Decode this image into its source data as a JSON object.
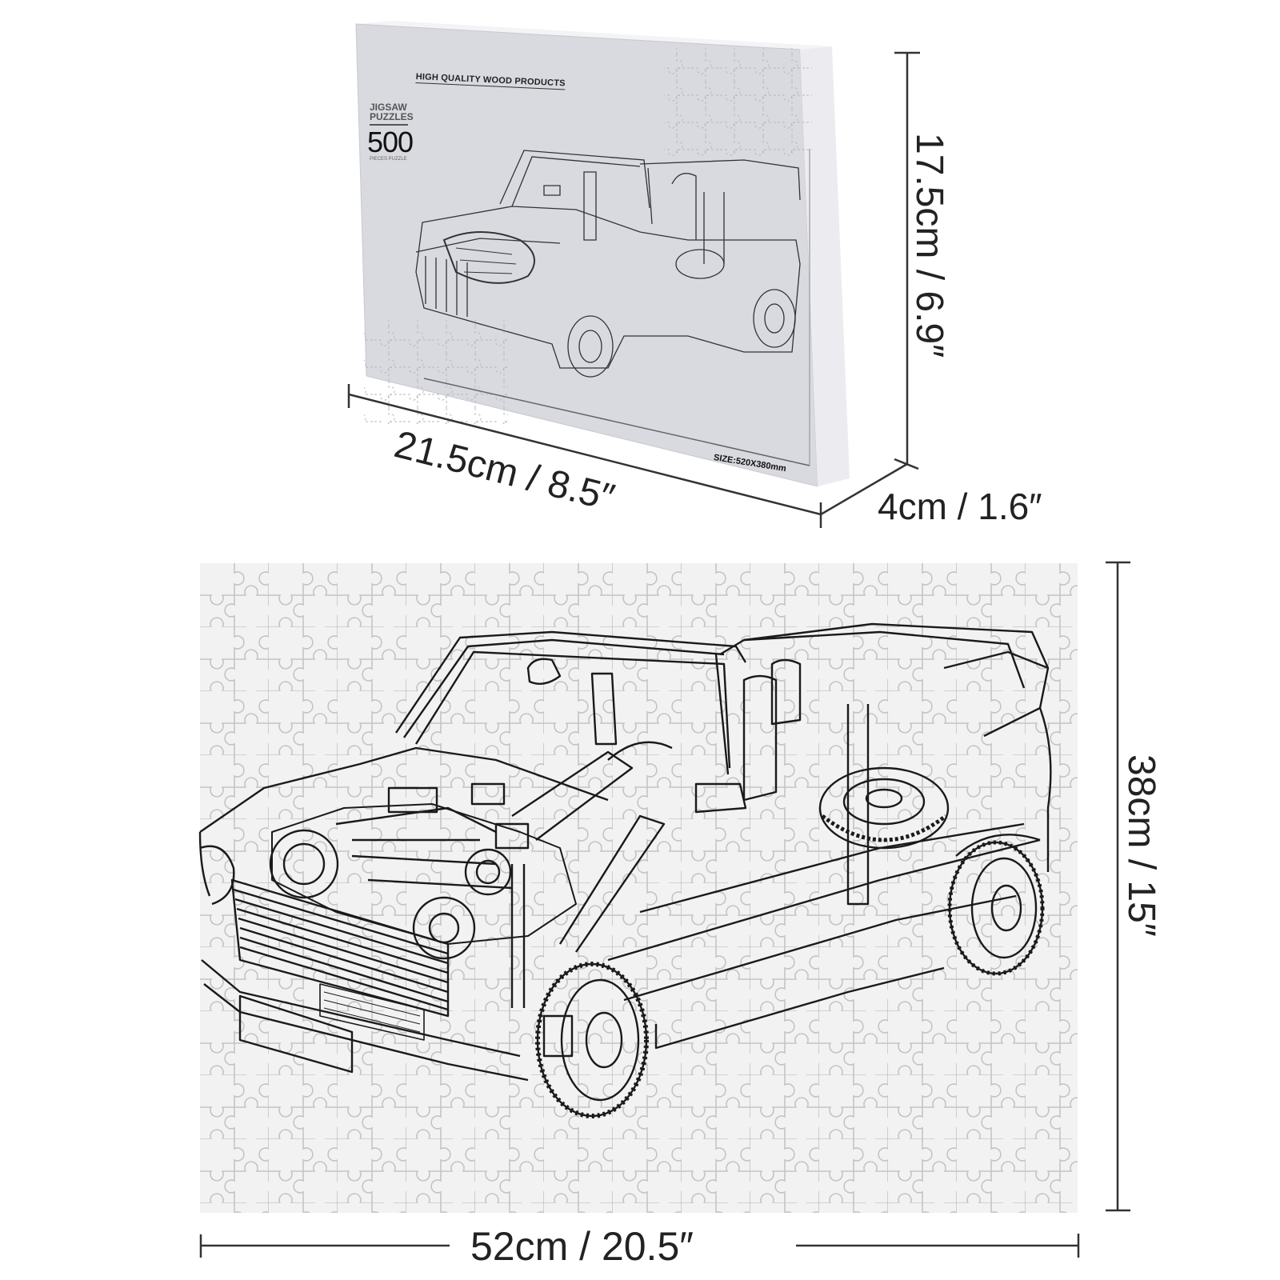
{
  "product": {
    "type": "wooden jigsaw puzzle",
    "box": {
      "brand_line": "HIGH QUALITY WOOD PRODUCTS",
      "category_line1": "JIGSAW",
      "category_line2": "PUZZLES",
      "piece_count": "500",
      "piece_count_caption": "PIECES PUZZLE",
      "size_label": "SIZE:520X380mm",
      "face_color": "#d9d9e0",
      "side_color": "#ececf0"
    },
    "puzzle": {
      "background_color": "#f2f2f3",
      "grid_line_color": "#c4c4c8",
      "artwork": "cutaway line drawing of a convertible car"
    }
  },
  "dimensions": {
    "box_width": "21.5cm / 8.5″",
    "box_height": "17.5cm / 6.9″",
    "box_depth": "4cm / 1.6″",
    "puzzle_width": "52cm / 20.5″",
    "puzzle_height": "38cm / 15″"
  }
}
